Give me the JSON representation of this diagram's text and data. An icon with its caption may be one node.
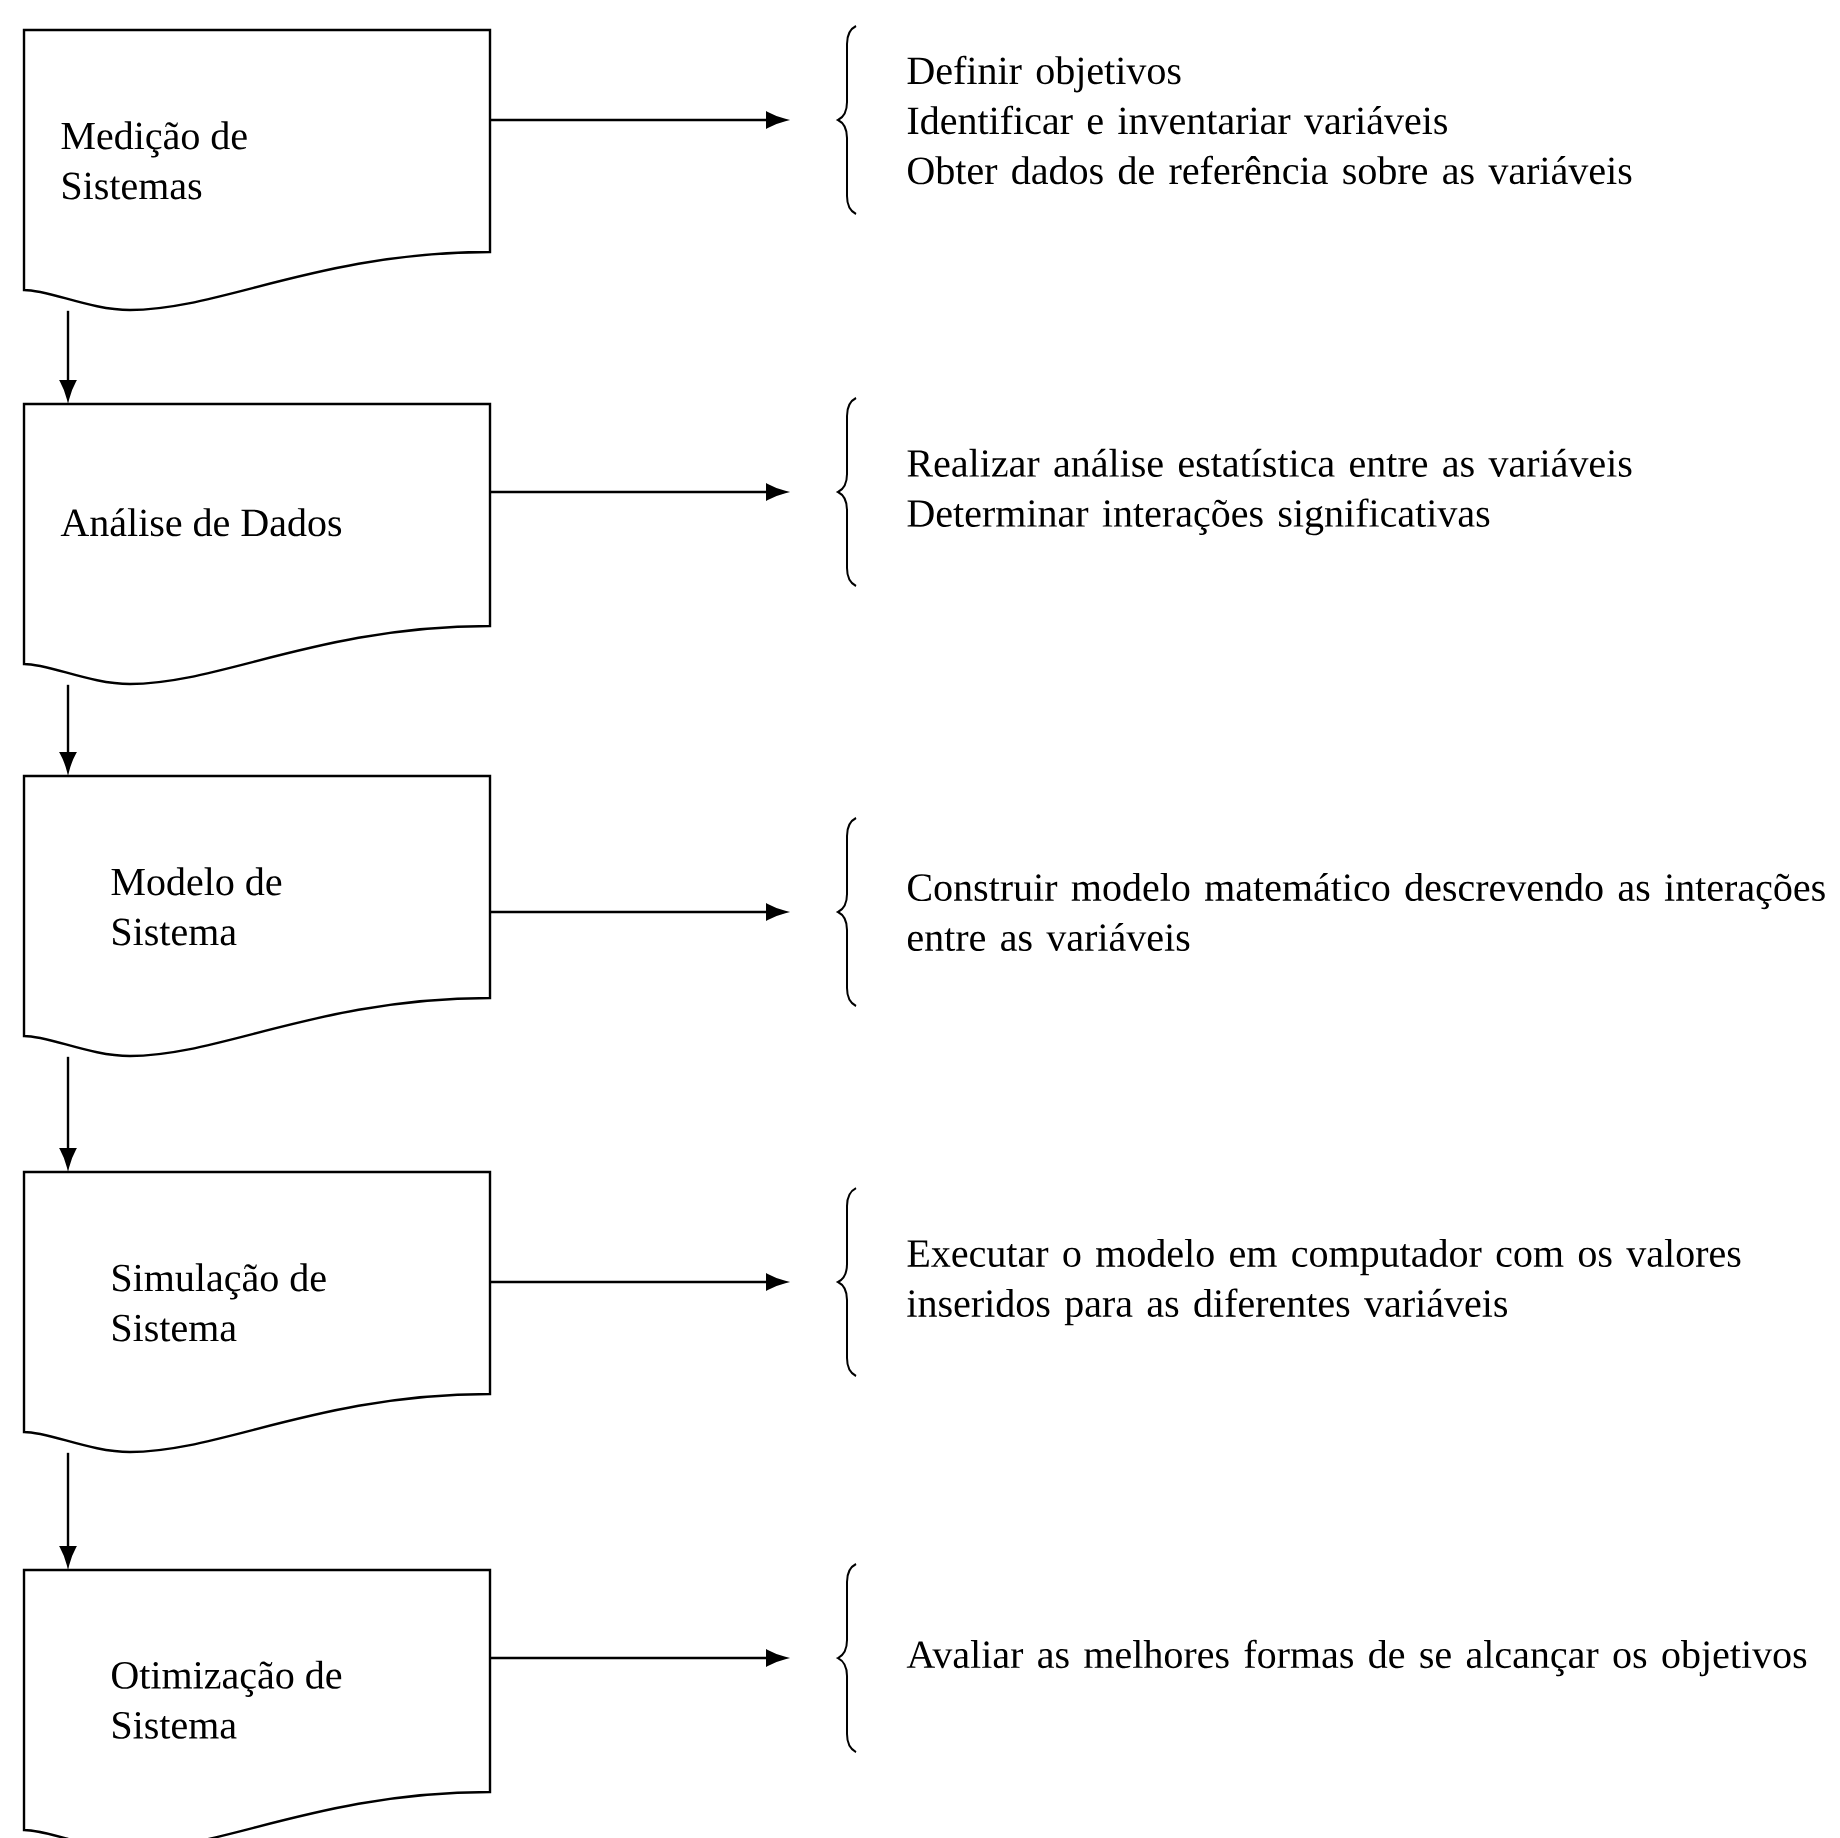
{
  "diagram": {
    "nodes": [
      {
        "text": [
          "Medição de Sistemas"
        ]
      },
      {
        "text": [
          "Definir objetivos",
          "Identificar e inventariar variáveis",
          "Obter dados de referência sobre as variáveis"
        ]
      },
      {
        "text": [
          "Análise de Dados"
        ]
      },
      {
        "text": [
          "Realizar análise estatística entre as variáveis",
          "Determinar interações significativas"
        ]
      },
      {
        "text": [
          "Modelo de Sistema"
        ]
      },
      {
        "text": [
          "Construir modelo matemático descrevendo as interações entre as variáveis"
        ]
      },
      {
        "text": [
          "Simulação de Sistema"
        ]
      },
      {
        "text": [
          "Executar o modelo em computador com os valores inseridos para as diferentes variáveis"
        ]
      },
      {
        "text": [
          "Otimização de Sistema"
        ]
      },
      {
        "text": [
          "Avaliar as melhores formas de se alcançar os objetivos"
        ]
      }
    ],
    "edges": [
      {
        "from": 0,
        "to": 1,
        "arrow": "to"
      },
      {
        "from": 0,
        "to": 2,
        "arrow": "to"
      },
      {
        "from": 2,
        "to": 3,
        "arrow": "to"
      },
      {
        "from": 2,
        "to": 4,
        "arrow": "to"
      },
      {
        "from": 4,
        "to": 5,
        "arrow": "to"
      },
      {
        "from": 4,
        "to": 6,
        "arrow": "to"
      },
      {
        "from": 6,
        "to": 7,
        "arrow": "to"
      },
      {
        "from": 6,
        "to": 8,
        "arrow": "to"
      },
      {
        "from": 8,
        "to": 9,
        "arrow": "to"
      }
    ]
  }
}
